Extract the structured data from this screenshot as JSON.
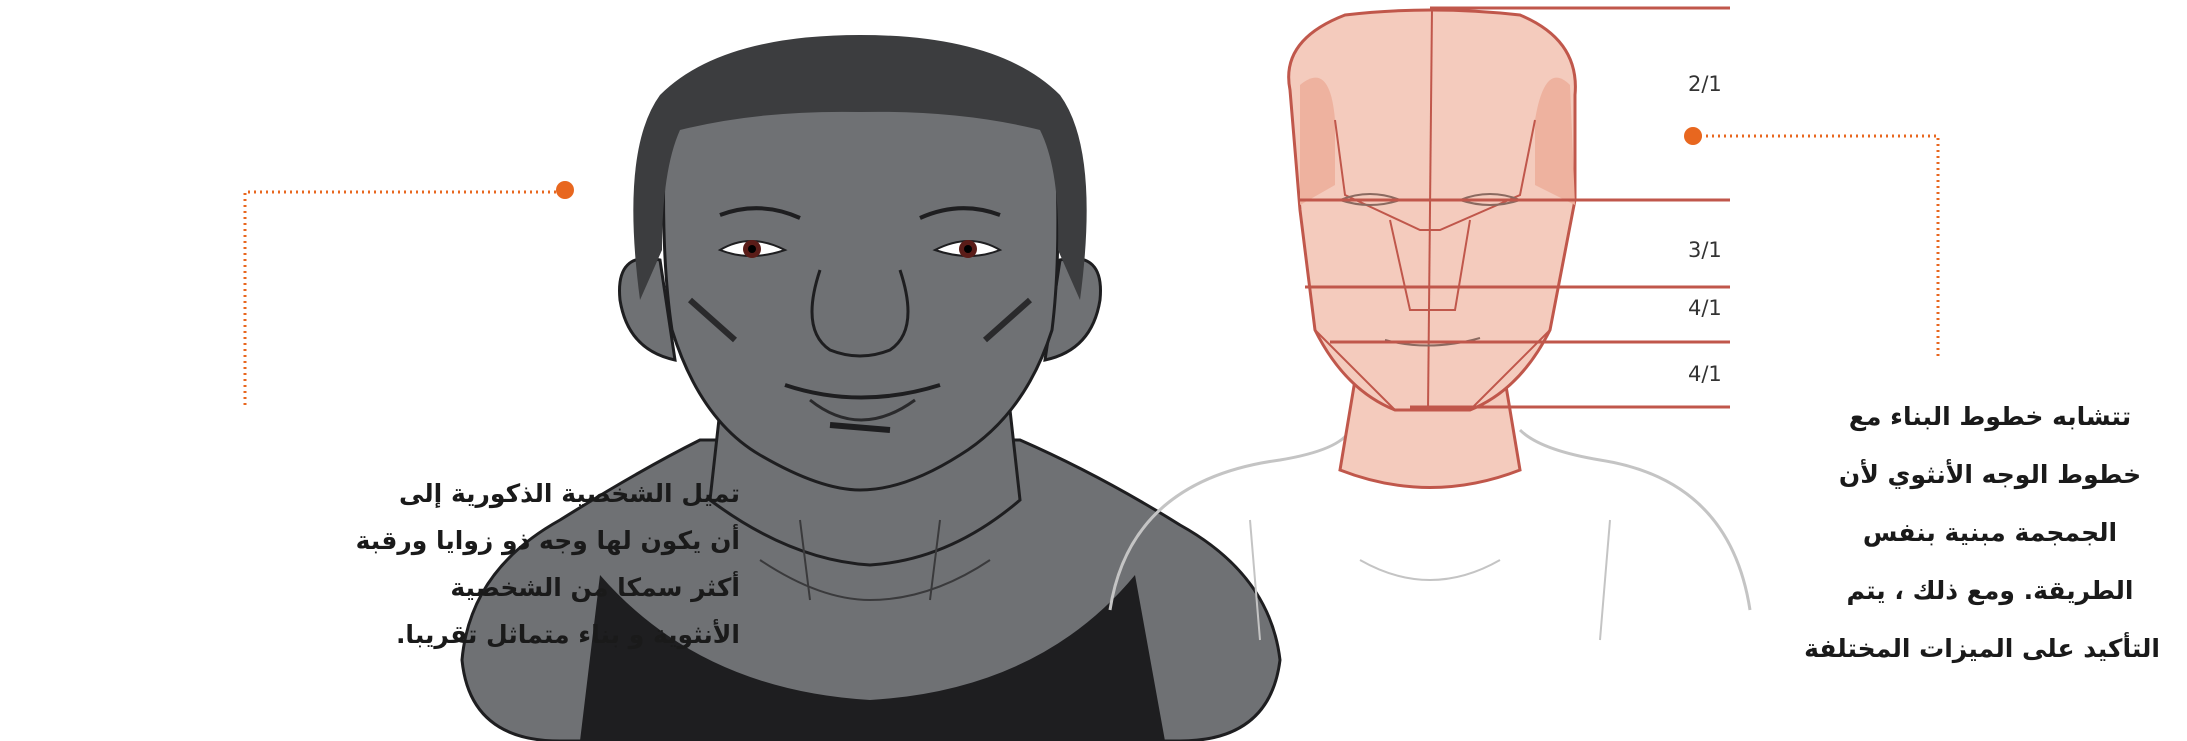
{
  "colors": {
    "accent_orange": "#e8671f",
    "male_skin": "#6f7174",
    "male_hair": "#3c3d3f",
    "male_shirt": "#1e1e20",
    "construction_red": "#c0574b",
    "construction_fill": "#f4cbbd",
    "sketch_gray": "#c4c4c4"
  },
  "icons": {
    "male_head": "male-head-illustration",
    "female_construction": "face-construction-sketch"
  },
  "ratios": [
    "2/1",
    "3/1",
    "4/1",
    "4/1"
  ],
  "caption_left": [
    "تميل الشخصية الذكورية إلى",
    "أن يكون لها وجه ذو زوايا ورقبة",
    "أكثر سمكا من الشخصية",
    "الأنثوية و بناء متماثل تقريبا."
  ],
  "caption_right": [
    "تتشابه خطوط البناء مع",
    "خطوط الوجه الأنثوي لأن",
    "الجمجمة مبنية بنفس",
    "الطريقة. ومع ذلك ، يتم",
    "التأكيد على الميزات المختلفة"
  ]
}
